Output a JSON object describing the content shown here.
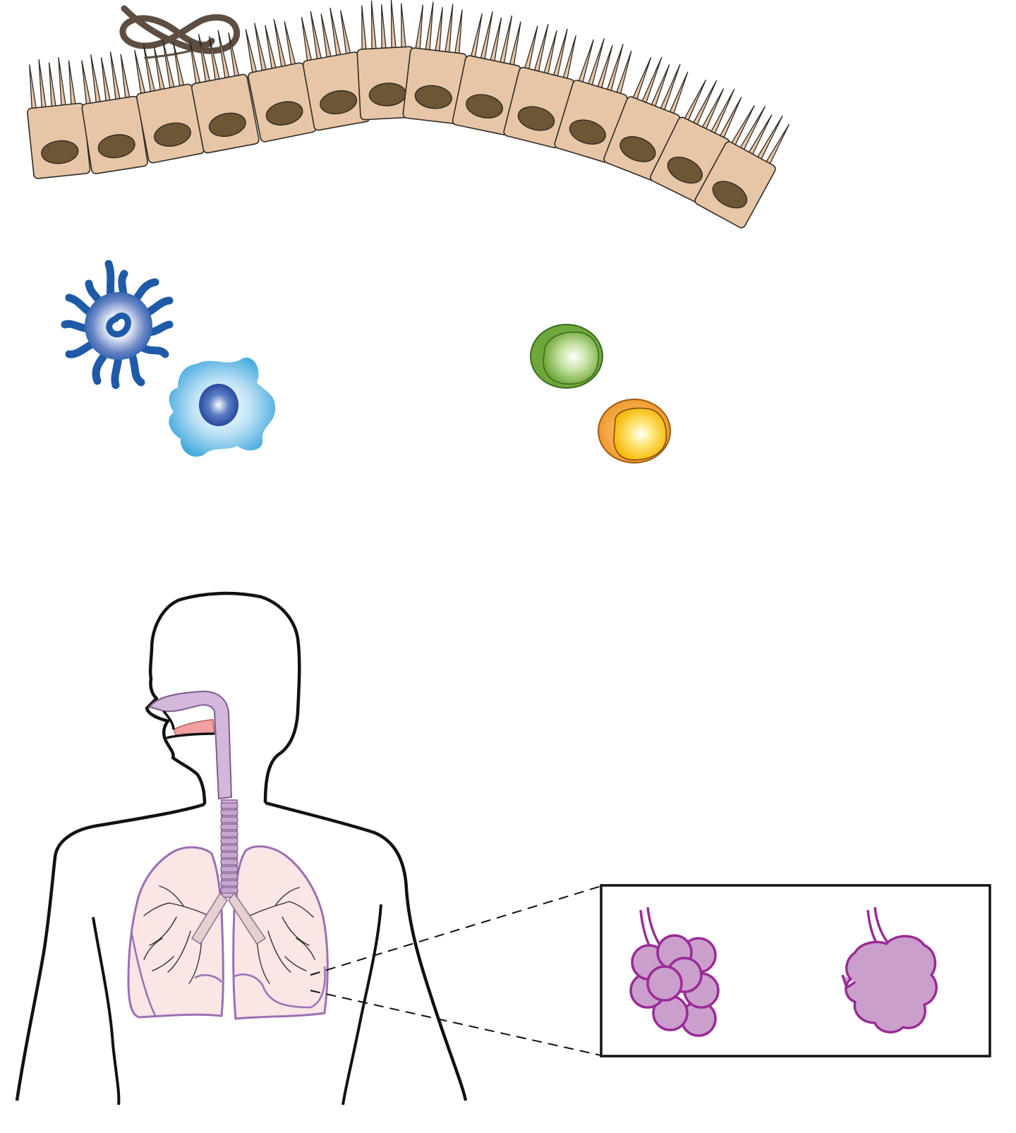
{
  "figure": {
    "background": "#ffffff",
    "elements": [
      {
        "id": "worm",
        "icon": "worm-icon",
        "color": "#5e4e42"
      },
      {
        "id": "epithelium",
        "icon": "ciliated-epithelium-icon",
        "cells": 14,
        "cell_color": "#e6c6a6",
        "nucleus_color": "#6e5535",
        "outline": "#2f2a25"
      },
      {
        "id": "dendritic-cell",
        "icon": "dendritic-cell-icon",
        "color": "#1f5aa8"
      },
      {
        "id": "macrophage",
        "icon": "macrophage-icon",
        "color": "#2f9fd9"
      },
      {
        "id": "green-cell",
        "icon": "green-lymphocyte-icon",
        "color": "#6fa83a"
      },
      {
        "id": "orange-cell",
        "icon": "orange-lymphocyte-icon",
        "color": "#f29a2e"
      },
      {
        "id": "human-torso",
        "icon": "respiratory-system-icon",
        "airway_color": "#d4b8dc",
        "lung_fill": "#f8e2e0",
        "lung_outline": "#9b6fb4"
      },
      {
        "id": "alveoli-inset",
        "icon": "alveoli-inset-icon",
        "panels": [
          "healthy-alveoli",
          "damaged-alveoli"
        ],
        "alveoli_fill": "#cb9fcc",
        "alveoli_outline": "#9a2b96"
      }
    ]
  }
}
